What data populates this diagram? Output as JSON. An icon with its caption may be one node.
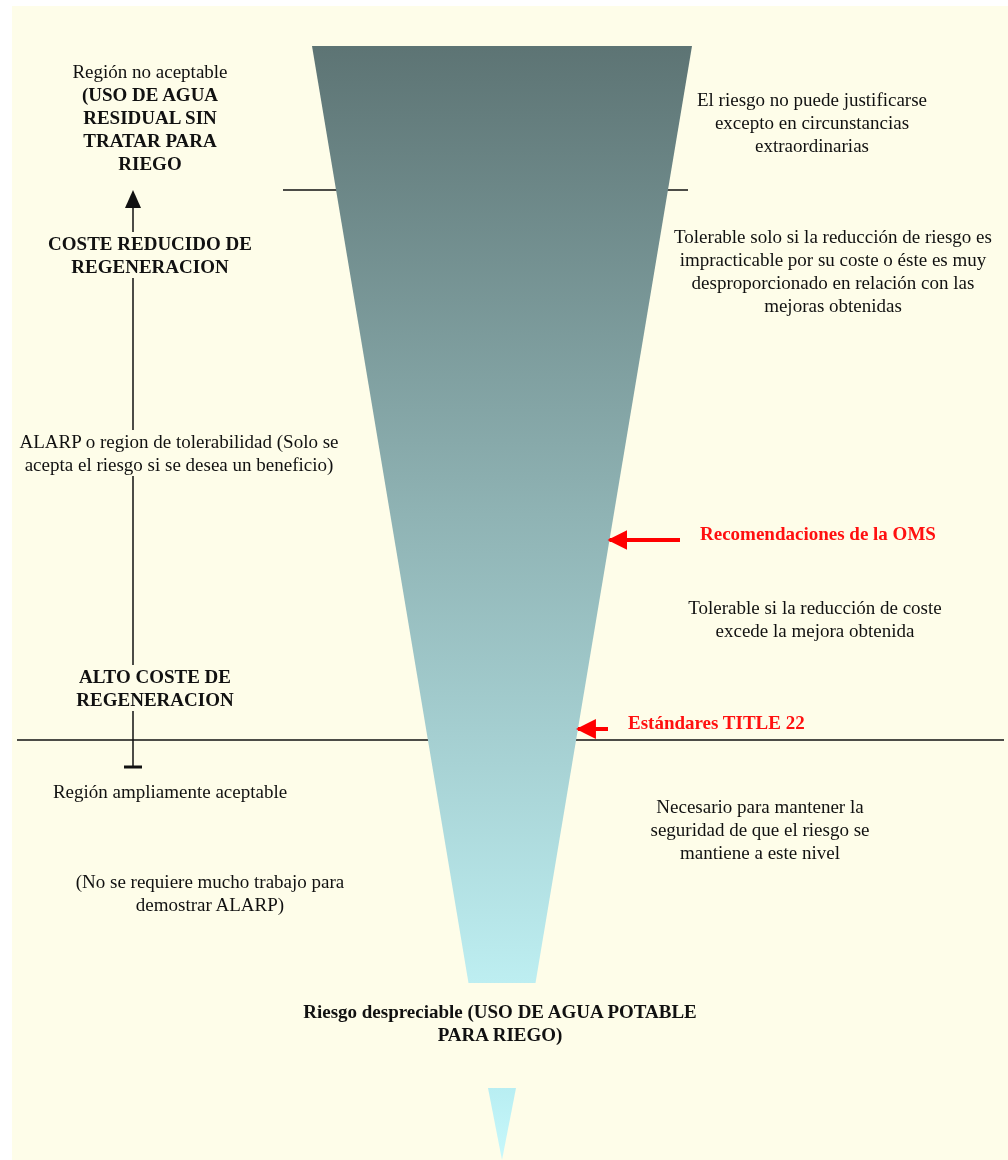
{
  "diagram": {
    "nodes": [
      {
        "text": [],
        "shape": "triangle"
      },
      {
        "text": [
          "Recomendaciones de la OMS"
        ]
      },
      {
        "text": [
          "Estándares TITLE 22"
        ]
      },
      {
        "text": [],
        "shape": "triangle"
      }
    ],
    "edges": [
      {
        "from": 1,
        "to": 0,
        "arrow": "to",
        "color": "#ff0000"
      },
      {
        "from": 2,
        "to": 0,
        "arrow": "to",
        "color": "#ff0000"
      }
    ],
    "labels": [
      "Región no aceptable **(USO DE AGUA RESIDUAL SIN TRATAR PARA RIEGO**",
      "El riesgo no puede justificarse excepto en circunstancias extraordinarias",
      "COSTE REDUCIDO DE REGENERACION",
      "Tolerable solo si la reducción de riesgo es impracticable por su coste o éste es muy desproporcionado en relación con las mejoras obtenidas",
      "ALARP o region de tolerabilidad (Solo se acepta el riesgo si se desea un beneficio)",
      "Tolerable si la reducción de coste excede la mejora obtenida",
      "ALTO COSTE DE REGENERACION",
      "Región ampliamente aceptable",
      "Necesario para mantener la seguridad de que el riesgo se mantiene a este nivel",
      "(No se requiere mucho trabajo para demostrar ALARP)",
      "Riesgo despreciable (USO DE AGUA POTABLE PARA RIEGO)"
    ]
  }
}
